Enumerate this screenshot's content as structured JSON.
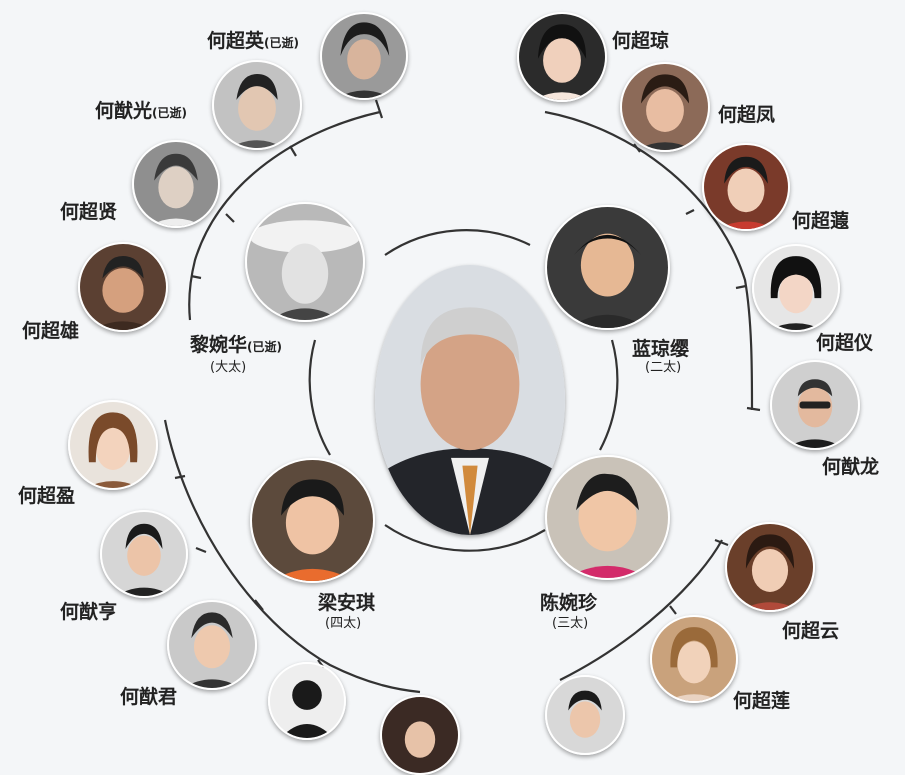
{
  "patriarch": {
    "icon": "portrait-elderly-man"
  },
  "wives": [
    {
      "id": "wife1",
      "name": "黎婉华",
      "note": "(已逝)",
      "role": "(大太)"
    },
    {
      "id": "wife2",
      "name": "蓝琼缨",
      "note": "",
      "role": "(二太)"
    },
    {
      "id": "wife3",
      "name": "陈婉珍",
      "note": "",
      "role": "(三太)"
    },
    {
      "id": "wife4",
      "name": "梁安琪",
      "note": "",
      "role": "(四太)"
    }
  ],
  "children": [
    {
      "id": "c1",
      "name": "何超英",
      "note": "(已逝)"
    },
    {
      "id": "c2",
      "name": "何猷光",
      "note": "(已逝)"
    },
    {
      "id": "c3",
      "name": "何超贤",
      "note": ""
    },
    {
      "id": "c4",
      "name": "何超雄",
      "note": ""
    },
    {
      "id": "c5",
      "name": "何超琼",
      "note": ""
    },
    {
      "id": "c6",
      "name": "何超凤",
      "note": ""
    },
    {
      "id": "c7",
      "name": "何超蕸",
      "note": ""
    },
    {
      "id": "c8",
      "name": "何超仪",
      "note": ""
    },
    {
      "id": "c9",
      "name": "何猷龙",
      "note": ""
    },
    {
      "id": "c10",
      "name": "何超盈",
      "note": ""
    },
    {
      "id": "c11",
      "name": "何猷亨",
      "note": ""
    },
    {
      "id": "c12",
      "name": "何猷君",
      "note": ""
    },
    {
      "id": "c13",
      "name": "何超云",
      "note": ""
    },
    {
      "id": "c14",
      "name": "何超莲",
      "note": ""
    }
  ],
  "colors": {
    "line": "#333333",
    "background": "#f4f6f8"
  }
}
